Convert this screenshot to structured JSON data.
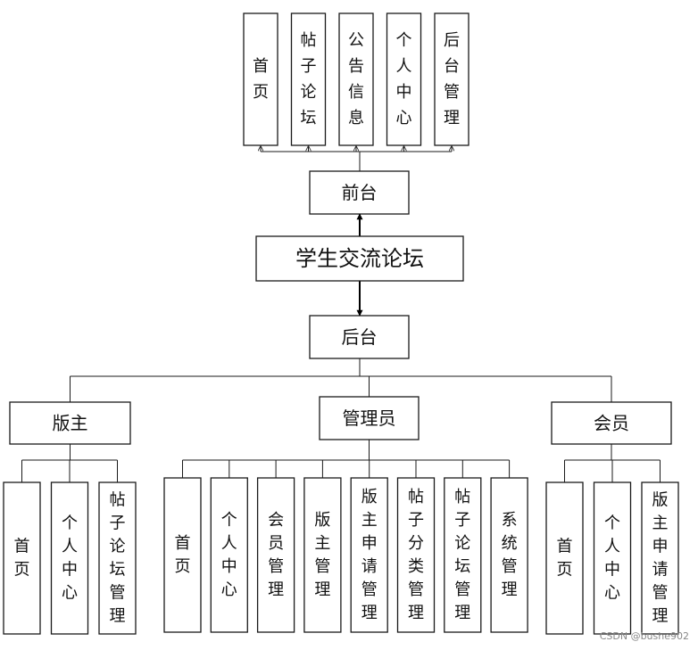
{
  "title": "学生交流论坛",
  "front": {
    "label": "前台",
    "items": [
      "首页",
      "帖子论坛",
      "公告信息",
      "个人中心",
      "后台管理"
    ]
  },
  "back": {
    "label": "后台",
    "roles": [
      {
        "label": "版主",
        "items": [
          "首页",
          "个人中心",
          "帖子论坛管理"
        ]
      },
      {
        "label": "管理员",
        "items": [
          "首页",
          "个人中心",
          "会员管理",
          "版主管理",
          "版主申请管理",
          "帖子分类管理",
          "帖子论坛管理",
          "系统管理"
        ]
      },
      {
        "label": "会员",
        "items": [
          "首页",
          "个人中心",
          "版主申请管理"
        ]
      }
    ]
  },
  "watermark": "CSDN @bushe902"
}
